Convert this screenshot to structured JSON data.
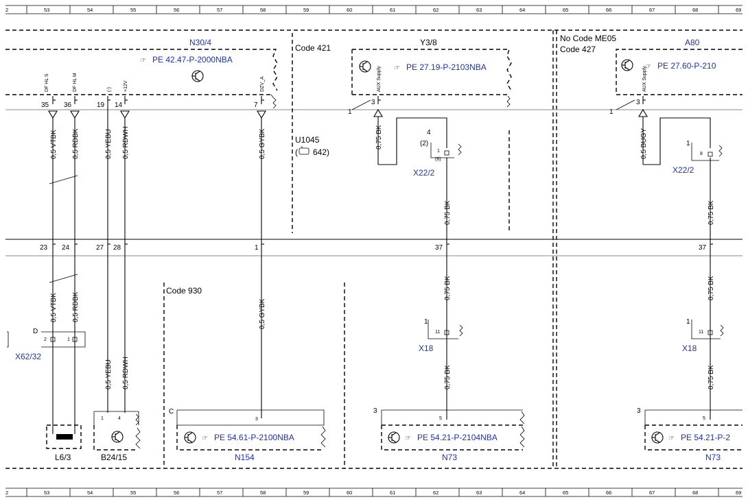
{
  "ruler": {
    "start_partial": "2",
    "numbers": [
      "53",
      "54",
      "55",
      "56",
      "57",
      "58",
      "59",
      "60",
      "61",
      "62",
      "63",
      "64",
      "65",
      "66",
      "67",
      "68",
      "69"
    ]
  },
  "modules": {
    "n30_4": {
      "name": "N30/4",
      "ref": "PE 42.47-P-2000NBA"
    },
    "y3_8": {
      "name": "Y3/8",
      "ref": "PE 27.19-P-2103NBA"
    },
    "a80": {
      "name": "A80",
      "ref": "PE 27.60-P-210"
    },
    "n154": {
      "name": "N154",
      "ref": "PE 54.61-P-2100NBA"
    },
    "n73_a": {
      "name": "N73",
      "ref": "PE 54.21-P-2104NBA"
    },
    "n73_b": {
      "name": "N73",
      "ref": "PE 54.21-P-2"
    },
    "l6_3": {
      "name": "L6/3"
    },
    "b24_15": {
      "name": "B24/15"
    },
    "x62_32": {
      "name": "X62/32"
    },
    "x22_2a": {
      "name": "X22/2"
    },
    "x22_2b": {
      "name": "X22/2"
    },
    "x18a": {
      "name": "X18"
    },
    "x18b": {
      "name": "X18"
    }
  },
  "codes": {
    "c421": "Code 421",
    "no_me05": "No  Code ME05",
    "c427": "Code 427",
    "c930": "Code 930",
    "u1045": "U1045",
    "u1045_sub": "642)"
  },
  "pin_labels": {
    "df_hl_s": "DF HL S",
    "df_hl_m": "DF HL M",
    "minus": "(-)",
    "plus12": "+12V",
    "dzv": "DZV_A",
    "aux1": "AUX Supply",
    "aux2": "AUX Supply"
  },
  "pins": {
    "p35": "35",
    "p36": "36",
    "p19": "19",
    "p14": "14",
    "p7": "7",
    "p3a": "3",
    "p3b": "3",
    "p23": "23",
    "p24": "24",
    "p27": "27",
    "p28": "28",
    "p1": "1",
    "p37a": "37",
    "p37b": "37",
    "p2d": "2",
    "p1d": "1",
    "d": "D",
    "p1b": "1",
    "p4b": "4",
    "p3n": "3",
    "c": "C",
    "p5a": "5",
    "p5b": "5",
    "n3a": "3",
    "n3b": "3",
    "x22a_pin": "1",
    "x22a_top": "4",
    "x22a_two": "(2)",
    "x22a_six": "(6)",
    "x22b_pin": "8",
    "x22b_top": "1",
    "x18a_pin": "11",
    "x18a_top": "1",
    "x18b_pin": "11",
    "x18b_top": "1",
    "y1": "1",
    "a1": "1"
  },
  "wires": {
    "w1": "0,5 VTBK",
    "w2": "0,5 RDBK",
    "w3": "0,5 YEBU",
    "w4": "0,5 RDWH",
    "w5": "0,5 GYBK",
    "w6": "0,75 BK",
    "w7": "0,75 BK",
    "w8": "0,75 BK",
    "w9": "0,75 BK",
    "w10": "0,75 BK",
    "w11": "0,5 BUGY",
    "w12": "0,75 BK",
    "w13": "0,75 BK",
    "w14": "0,75 BK",
    "w15": "0,5 VTBK",
    "w16": "0,5 RDBK",
    "w17": "0,5 GYBK",
    "w18": "0,5 YEBU",
    "w19": "0,5 RDWH"
  }
}
